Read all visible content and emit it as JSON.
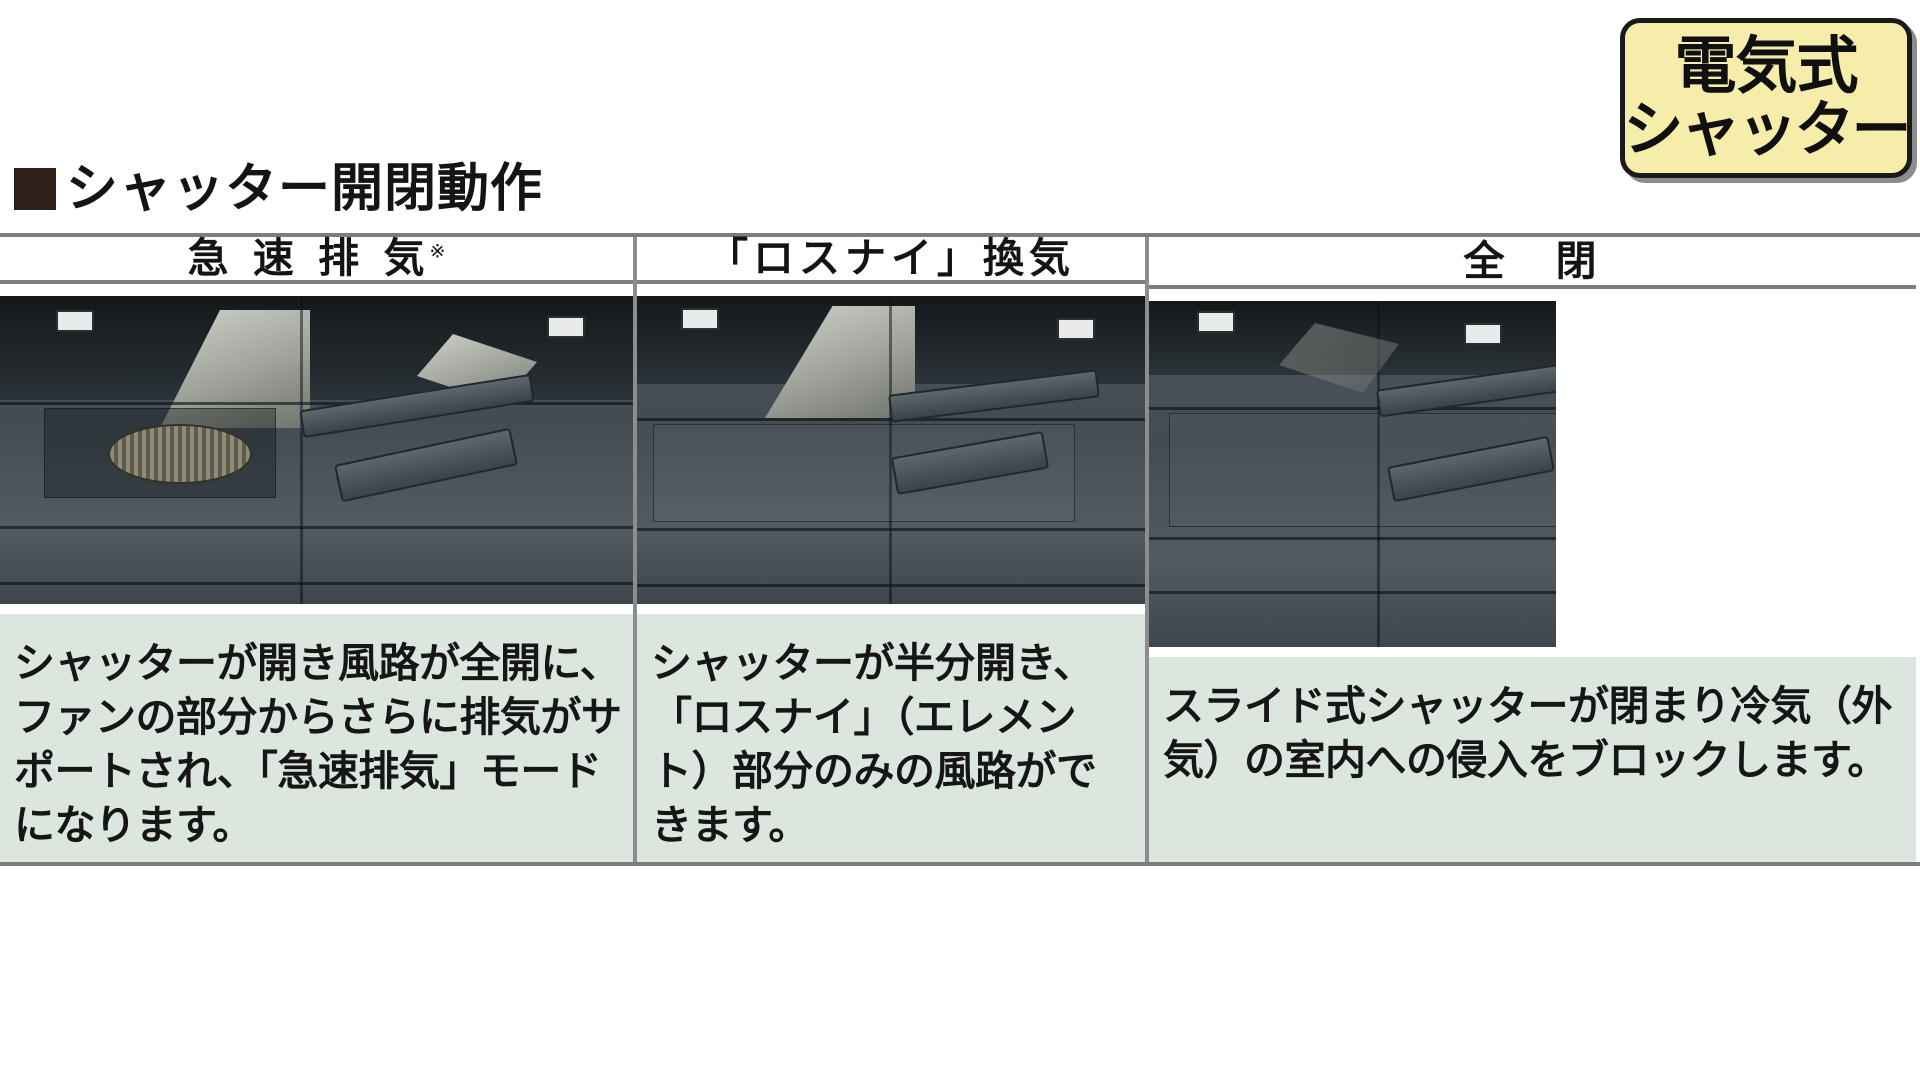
{
  "badge": {
    "line1": "電気式",
    "line2": "シャッター",
    "bg_color": "#f6edaa",
    "border_color": "#1a1a1a",
    "text_color": "#101010"
  },
  "heading": {
    "marker": "■",
    "text": "シャッター開閉動作",
    "marker_color": "#2e2018"
  },
  "table": {
    "caption_bg": "#dbe7de",
    "border_color": "#7d7d7d",
    "columns": [
      {
        "id": "rapid-exhaust",
        "header": "急 速 排 気",
        "header_note": "※",
        "caption": "シャッターが開き風路が全開に、ファンの部分からさらに排気がサポートされ、「急速排気」モードになります。",
        "photo_alt": "急速排気状態のシャッター写真"
      },
      {
        "id": "lossnay-ventilation",
        "header": "「ロスナイ」換気",
        "header_note": "",
        "caption": "シャッターが半分開き、「ロスナイ」（エレメント）部分のみの風路ができます。",
        "photo_alt": "ロスナイ換気状態のシャッター写真"
      },
      {
        "id": "fully-closed",
        "header": "全　閉",
        "header_note": "",
        "caption": "スライド式シャッターが閉まり冷気（外気）の室内への侵入をブロックします。",
        "photo_alt": "全閉状態のシャッター写真"
      }
    ]
  }
}
